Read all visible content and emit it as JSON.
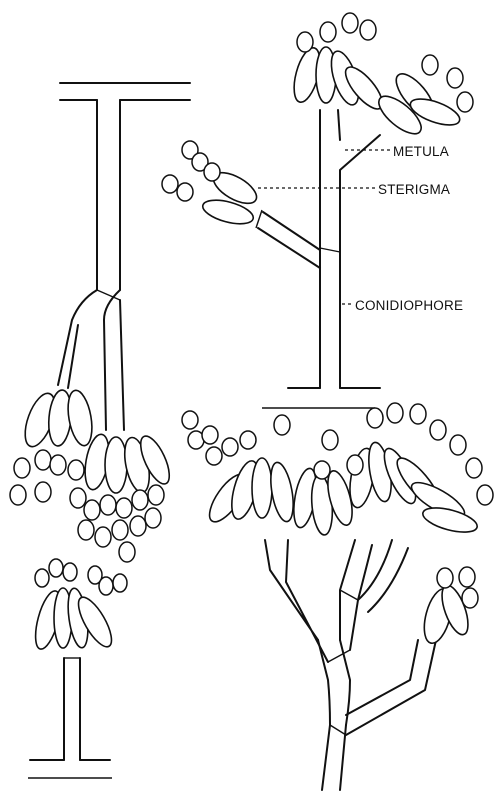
{
  "labels": {
    "metula": "METULA",
    "sterigma": "STERIGMA",
    "conidiophore": "CONIDIOPHORE"
  }
}
